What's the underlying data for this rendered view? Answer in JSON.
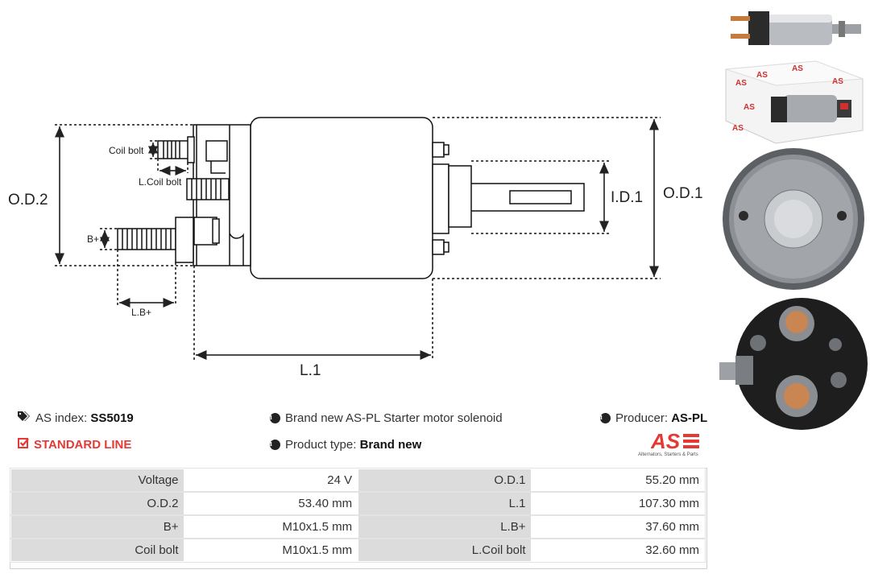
{
  "diagram": {
    "labels": {
      "od2": "O.D.2",
      "od1": "O.D.1",
      "id1": "I.D.1",
      "l1": "L.1",
      "coil_bolt": "Coil bolt",
      "l_coil_bolt": "L.Coil bolt",
      "b_plus": "B+",
      "l_b_plus": "L.B+"
    }
  },
  "info": {
    "index_label": "AS index:",
    "index_value": "SS5019",
    "line": "STANDARD LINE",
    "description": "Brand new AS-PL Starter motor solenoid",
    "type_label": "Product type:",
    "type_value": "Brand new",
    "producer_label": "Producer:",
    "producer_value": "AS-PL"
  },
  "brand": {
    "logo_text": "AS",
    "tagline": "Alternators, Starters & Parts",
    "accent_color": "#e53935"
  },
  "specs": [
    {
      "l1": "Voltage",
      "v1": "24 V",
      "l2": "O.D.1",
      "v2": "55.20 mm"
    },
    {
      "l1": "O.D.2",
      "v1": "53.40 mm",
      "l2": "L.1",
      "v2": "107.30 mm"
    },
    {
      "l1": "B+",
      "v1": "M10x1.5 mm",
      "l2": "L.B+",
      "v2": "37.60 mm"
    },
    {
      "l1": "Coil bolt",
      "v1": "M10x1.5 mm",
      "l2": "L.Coil bolt",
      "v2": "32.60 mm"
    }
  ]
}
